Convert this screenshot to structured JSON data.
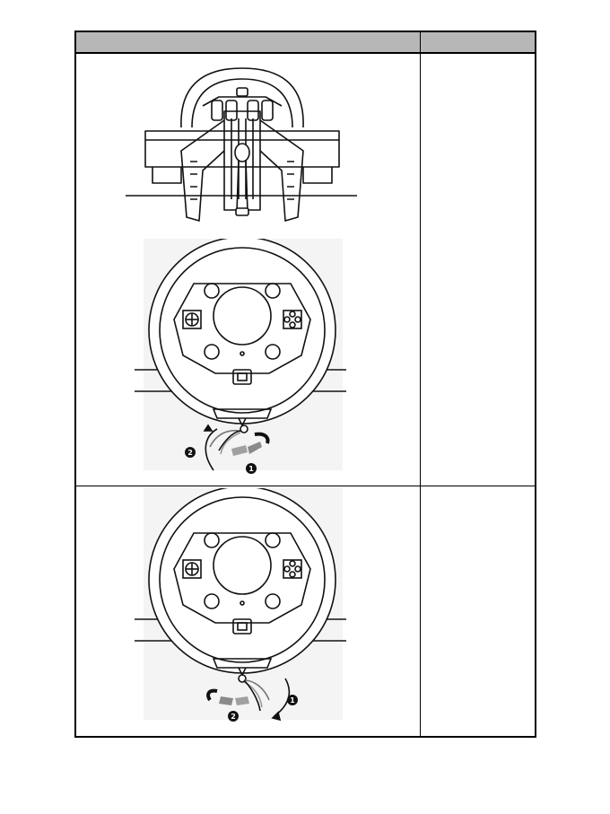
{
  "table": {
    "header": {
      "left": "",
      "right": ""
    },
    "rows": [
      {
        "instructions": "",
        "figures": [
          "wheel-clamp-rear-view",
          "wheel-front-release-lever"
        ],
        "callouts": [
          "1",
          "2"
        ]
      },
      {
        "instructions": "",
        "figures": [
          "wheel-front-lock-lever"
        ],
        "callouts": [
          "1",
          "2"
        ]
      }
    ]
  }
}
